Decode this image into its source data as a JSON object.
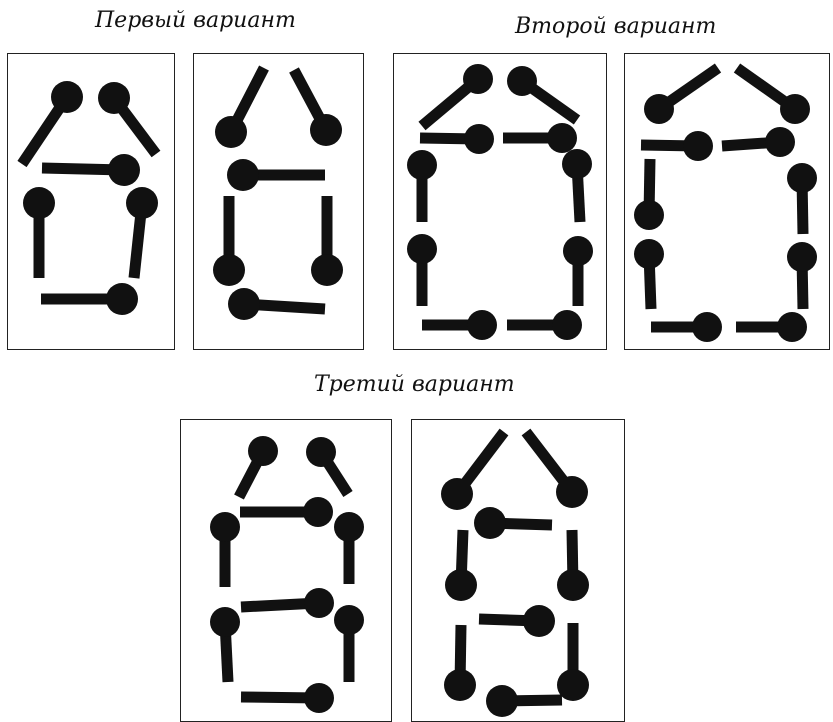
{
  "captions": {
    "variant1": "Первый вариант",
    "variant2": "Второй вариант",
    "variant3": "Третий вариант"
  },
  "colors": {
    "figure": "#111111",
    "frame": "#222222",
    "background": "#ffffff"
  },
  "variants": [
    {
      "name": "variant1",
      "panels": [
        {
          "name": "v1-panel-a",
          "match_count": 6,
          "figure": "house-shape"
        },
        {
          "name": "v1-panel-b",
          "match_count": 6,
          "figure": "house-shape"
        }
      ]
    },
    {
      "name": "variant2",
      "panels": [
        {
          "name": "v2-panel-a",
          "match_count": 10,
          "figure": "house-shape"
        },
        {
          "name": "v2-panel-b",
          "match_count": 10,
          "figure": "house-shape"
        }
      ]
    },
    {
      "name": "variant3",
      "panels": [
        {
          "name": "v3-panel-a",
          "match_count": 9,
          "figure": "two-square-tower"
        },
        {
          "name": "v3-panel-b",
          "match_count": 9,
          "figure": "tower-shape"
        }
      ]
    }
  ]
}
